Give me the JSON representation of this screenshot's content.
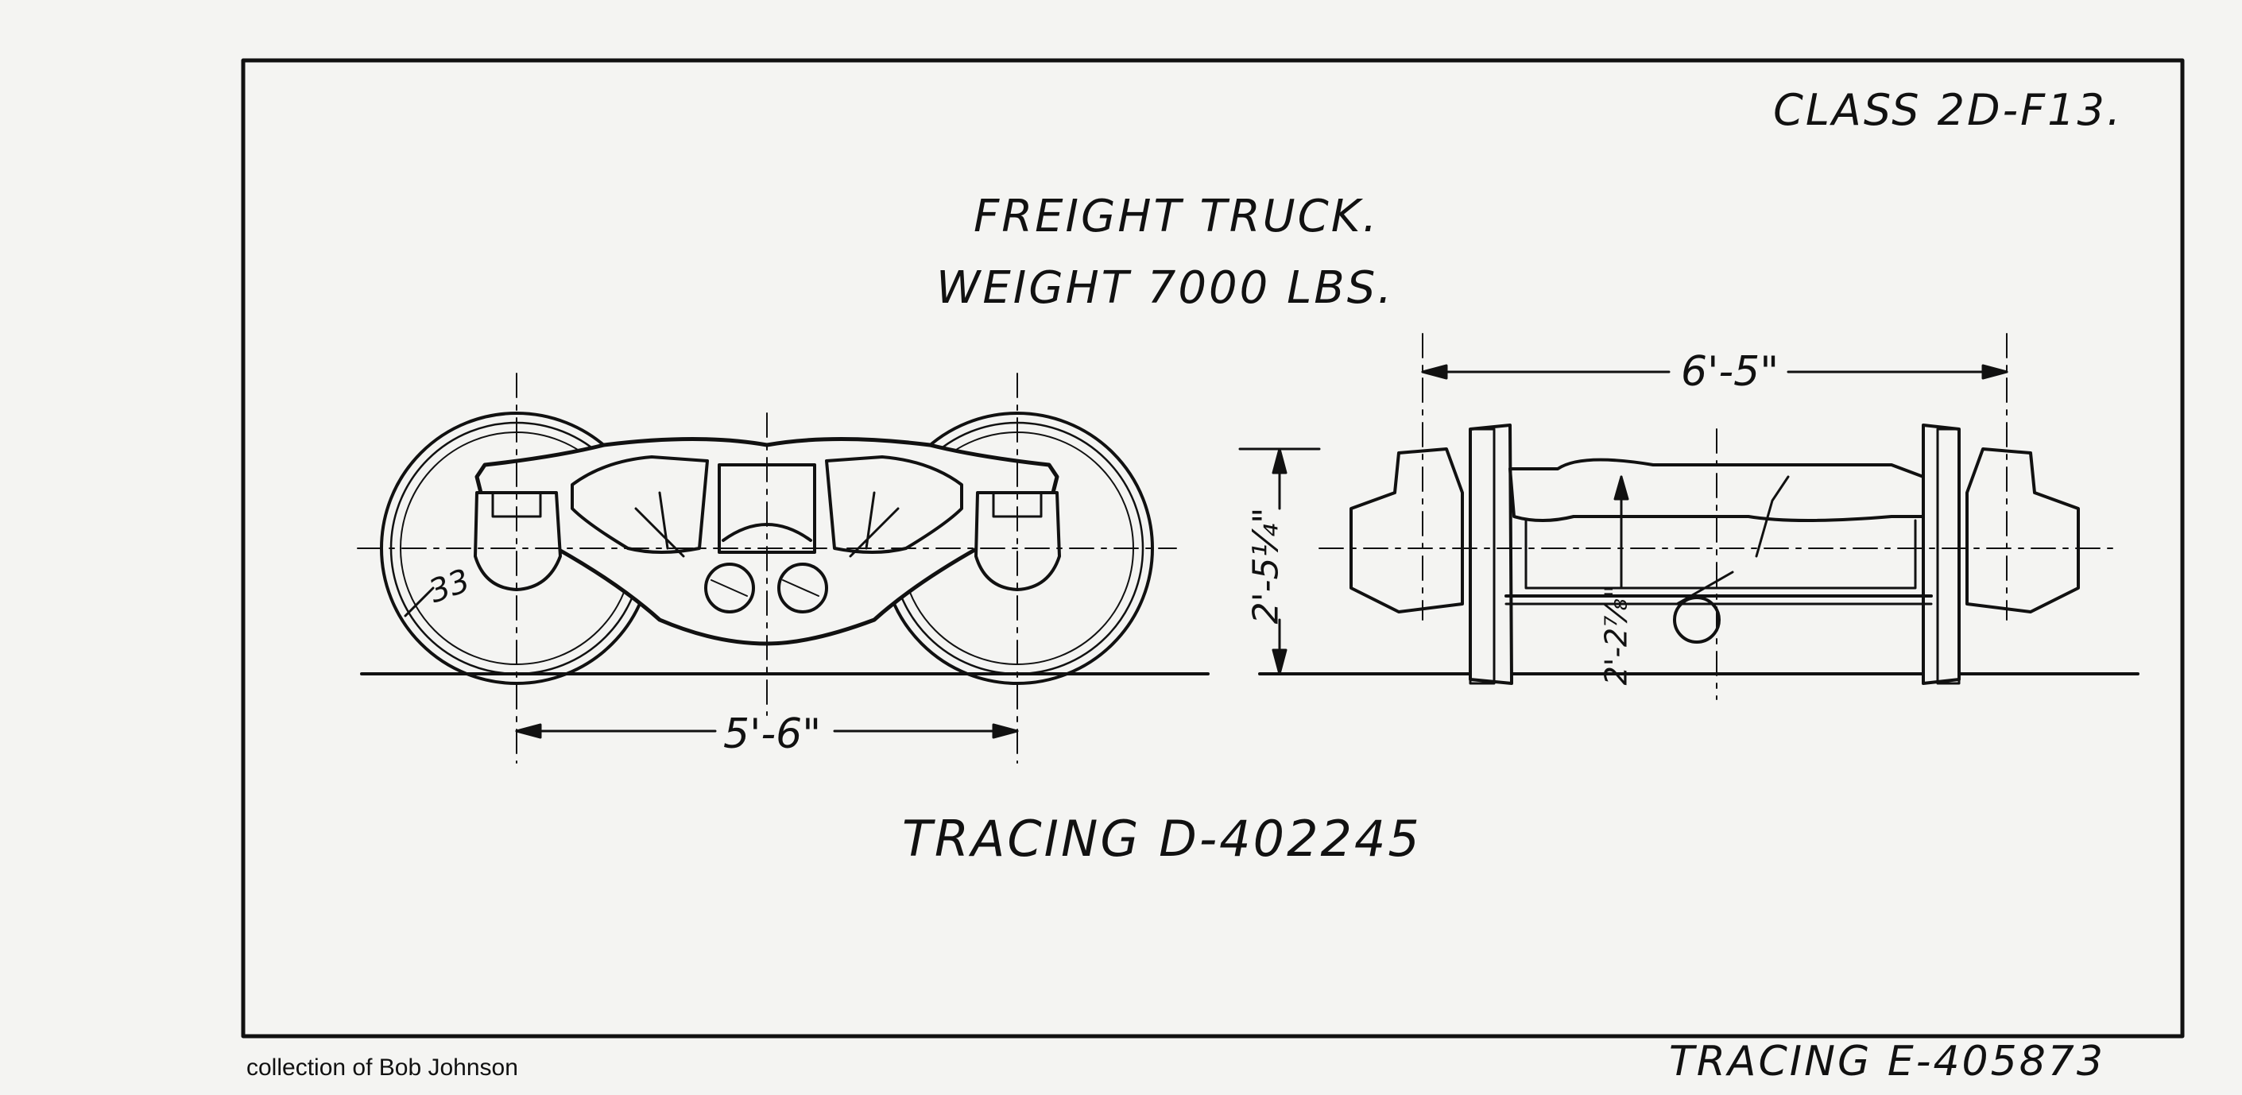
{
  "drawing": {
    "class_label": "CLASS 2D-F13.",
    "title": "FREIGHT TRUCK.",
    "weight": "WEIGHT 7000 LBS.",
    "tracing_inner": "TRACING D-402245",
    "tracing_outer": "TRACING E-405873",
    "credit": "collection of Bob Johnson"
  },
  "dimensions": {
    "wheel_diameter": "33",
    "wheelbase": "5'-6\"",
    "gauge_width": "6'-5\"",
    "height_to_center": "2'-5¼\"",
    "axle_height": "2'-2⅞\""
  },
  "colors": {
    "paper": "#f4f4f2",
    "ink": "#111111"
  }
}
